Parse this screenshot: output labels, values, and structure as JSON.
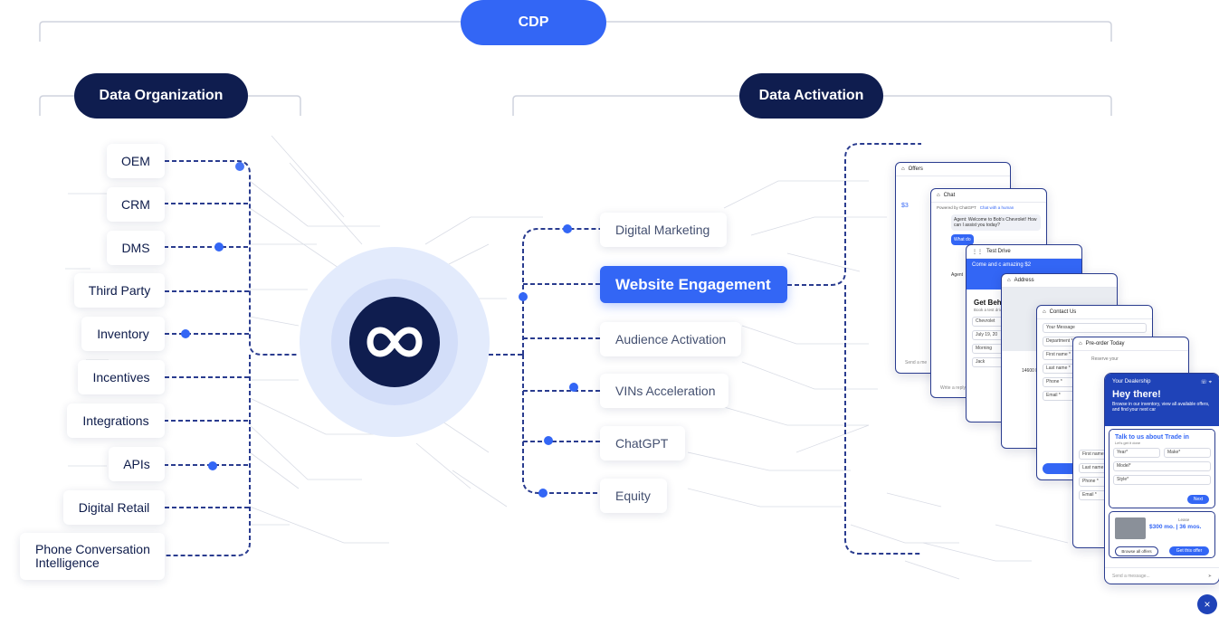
{
  "header": {
    "cdp_label": "CDP"
  },
  "left": {
    "title": "Data Organization",
    "sources": [
      "OEM",
      "CRM",
      "DMS",
      "Third Party",
      "Inventory",
      "Incentives",
      "Integrations",
      "APIs",
      "Digital Retail",
      "Phone Conversation Intelligence"
    ]
  },
  "right": {
    "title": "Data Activation",
    "channels": [
      "Digital Marketing",
      "Website Engagement",
      "Audience Activation",
      "VINs Acceleration",
      "ChatGPT",
      "Equity"
    ]
  },
  "hub": {
    "icon": "infinity-icon"
  },
  "cards": {
    "offers": {
      "title": "Offers",
      "send": "Send a me",
      "price": "$3"
    },
    "chat": {
      "title": "Chat",
      "powered": "Powered by ChatGPT",
      "human": "Chat with a human",
      "agent_msg": "Agent: Welcome to Bob's Chevrolet! How can I assist you today?",
      "user_msg": "What do",
      "agent2": "Agent",
      "write": "Write a reply"
    },
    "test_drive": {
      "title": "Test Drive",
      "banner": "Come and c amazing $2",
      "heading": "Get Behin",
      "sub": "Book a test drive",
      "dealer": "Chevrolet",
      "date": "July 19, 20",
      "time": "Morning",
      "agent": "Jack"
    },
    "address": {
      "title": "Address",
      "addr": "14600 E"
    },
    "contact": {
      "title": "Contact Us",
      "fields": [
        "Your Message",
        "Department *",
        "First name *",
        "Last name *",
        "Phone *",
        "Email *"
      ]
    },
    "preorder": {
      "title": "Pre-order Today",
      "note": "Reserve your",
      "fields": [
        "First name *",
        "Last name *",
        "Phone *",
        "Email *"
      ]
    },
    "dealership": {
      "brand": "Your Dealership",
      "greeting": "Hey there!",
      "intro": "Browse in our inventory, view all available offers, and find your next car",
      "trade_title": "Talk to us about Trade in",
      "trade_sub": "Let's get it done",
      "year": "Year*",
      "make": "Make*",
      "model": "Model*",
      "style": "Style*",
      "next": "Next",
      "lease": "Lease",
      "price": "$300 mo. | 36 mos.",
      "browse": "Browse all offers",
      "get": "Get this offer",
      "send": "Send a message..."
    }
  },
  "colors": {
    "navy": "#0f1d4f",
    "blue": "#3366f5",
    "hub_ring": "#dbe5fb",
    "line": "#2a3c8f",
    "dot": "#3366f5"
  }
}
